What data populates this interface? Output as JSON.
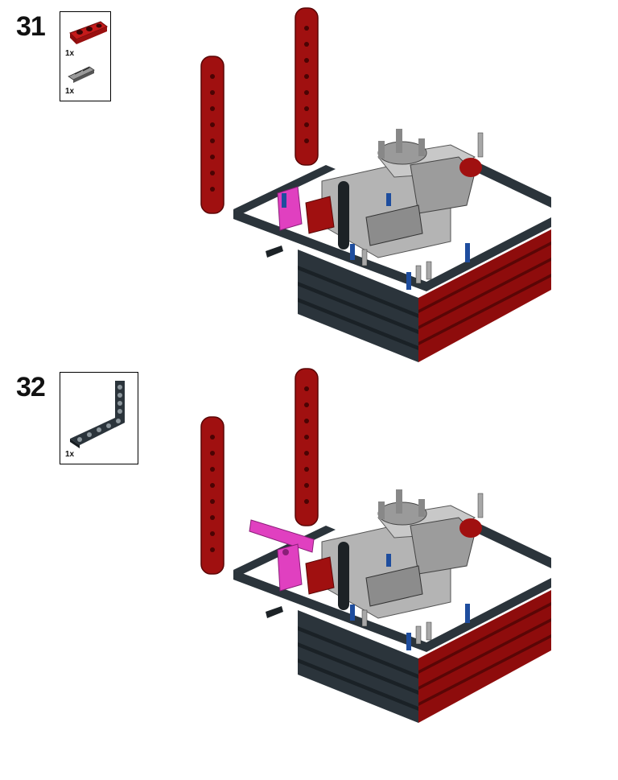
{
  "steps": [
    {
      "number": "31",
      "parts": [
        {
          "icon": "red-axle-pin-connector-icon",
          "qty": "1x"
        },
        {
          "icon": "grey-axle-connector-icon",
          "qty": "1x"
        }
      ]
    },
    {
      "number": "32",
      "parts": [
        {
          "icon": "dark-grey-l-beam-icon",
          "qty": "1x"
        }
      ]
    }
  ],
  "colors": {
    "dark_grey": "#2b343b",
    "red": "#a01010",
    "light_grey": "#a8a8a8",
    "magenta": "#e040c0",
    "blue": "#1e4d9e"
  }
}
